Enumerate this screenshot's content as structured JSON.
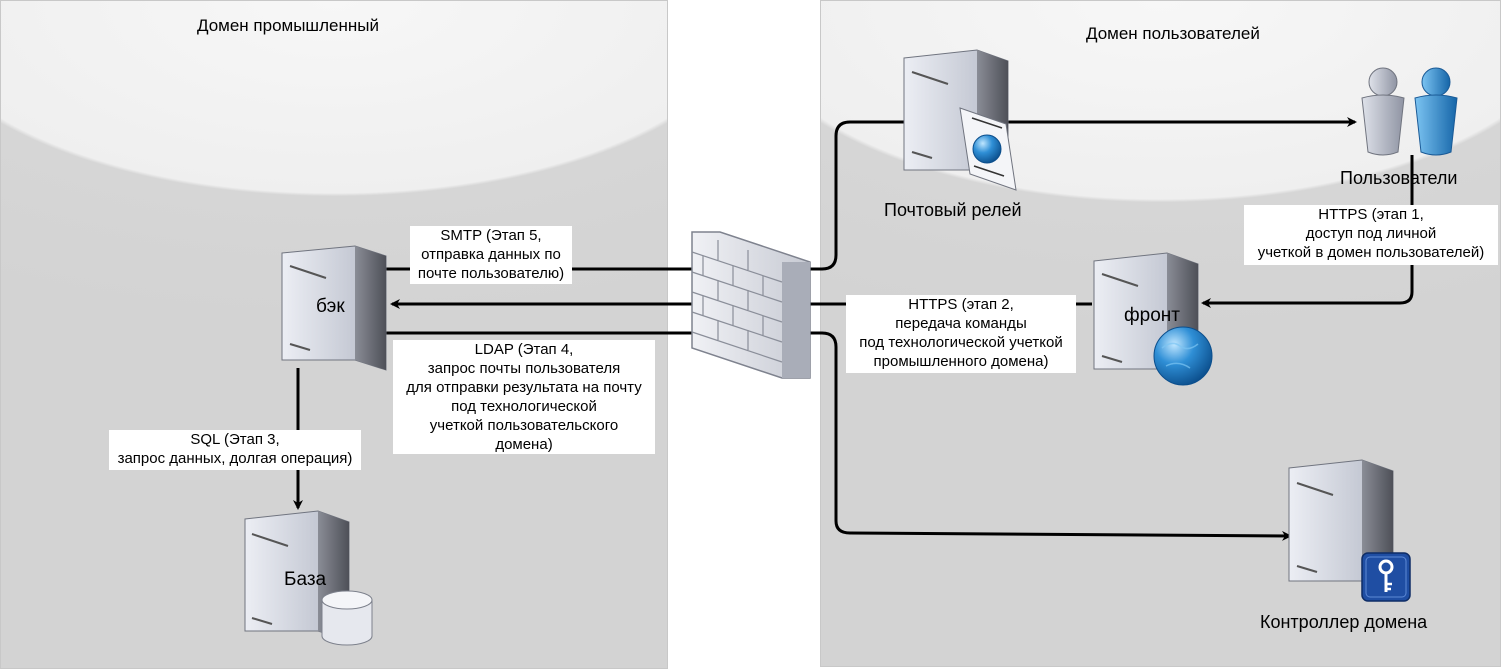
{
  "domains": {
    "industrial": {
      "title": "Домен промышленный"
    },
    "users": {
      "title": "Домен пользователей"
    }
  },
  "nodes": {
    "back": {
      "label": "бэк"
    },
    "db": {
      "label": "База"
    },
    "mail_relay": {
      "label": "Почтовый релей"
    },
    "users": {
      "label": "Пользователи"
    },
    "front": {
      "label": "фронт"
    },
    "domain_controller": {
      "label": "Контроллер домена"
    }
  },
  "edges": {
    "smtp": {
      "lines": [
        "SMTP (Этап 5,",
        "отправка данных по",
        "почте пользователю)"
      ]
    },
    "https1": {
      "lines": [
        "HTTPS (этап 1,",
        "доступ под личной",
        "учеткой в домен пользователей)"
      ]
    },
    "https2": {
      "lines": [
        "HTTPS (этап 2,",
        "передача команды",
        "под технологической учеткой",
        "промышленного домена)"
      ]
    },
    "ldap": {
      "lines": [
        "LDAP (Этап 4,",
        "запрос почты пользователя",
        "для отправки результата на почту",
        "под технологической",
        "учеткой пользовательского",
        "домена)"
      ]
    },
    "sql": {
      "lines": [
        "SQL (Этап 3,",
        "запрос данных, долгая операция)"
      ]
    }
  },
  "icons": {
    "firewall": "firewall-icon",
    "globe": "globe-icon",
    "key": "key-icon",
    "database": "database-icon"
  }
}
